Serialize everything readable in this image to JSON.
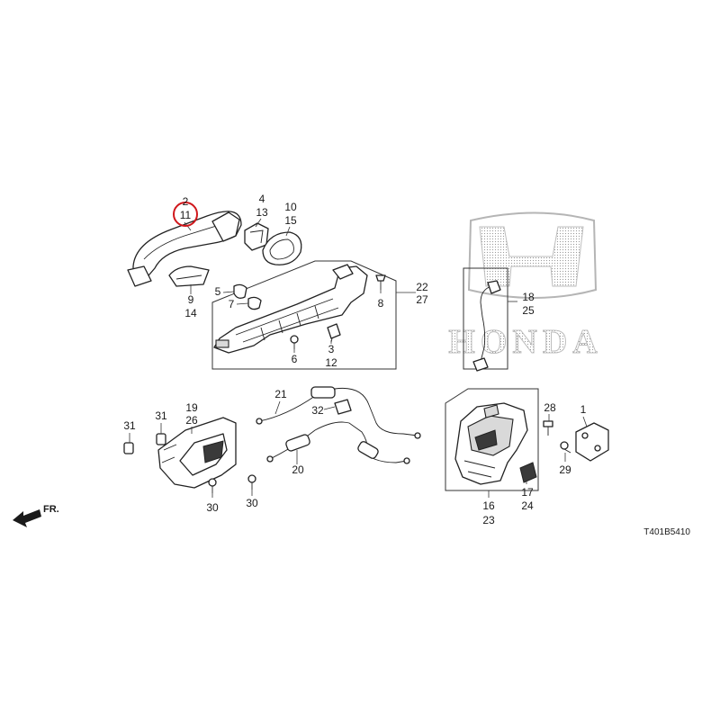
{
  "diagram": {
    "code": "T401B5410",
    "front_marker": "FR.",
    "watermark": "HONDA",
    "highlight_color": "#d0171b",
    "callouts": [
      {
        "id": "c2",
        "text": "2"
      },
      {
        "id": "c11",
        "text": "11"
      },
      {
        "id": "c4",
        "text": "4"
      },
      {
        "id": "c13",
        "text": "13"
      },
      {
        "id": "c10",
        "text": "10"
      },
      {
        "id": "c15",
        "text": "15"
      },
      {
        "id": "c22",
        "text": "22"
      },
      {
        "id": "c27",
        "text": "27"
      },
      {
        "id": "c5",
        "text": "5"
      },
      {
        "id": "c7",
        "text": "7"
      },
      {
        "id": "c8",
        "text": "8"
      },
      {
        "id": "c9",
        "text": "9"
      },
      {
        "id": "c14",
        "text": "14"
      },
      {
        "id": "c6",
        "text": "6"
      },
      {
        "id": "c3",
        "text": "3"
      },
      {
        "id": "c12",
        "text": "12"
      },
      {
        "id": "c18",
        "text": "18"
      },
      {
        "id": "c25",
        "text": "25"
      },
      {
        "id": "c21",
        "text": "21"
      },
      {
        "id": "c32",
        "text": "32"
      },
      {
        "id": "c20",
        "text": "20"
      },
      {
        "id": "c19",
        "text": "19"
      },
      {
        "id": "c26",
        "text": "26"
      },
      {
        "id": "c31a",
        "text": "31"
      },
      {
        "id": "c31b",
        "text": "31"
      },
      {
        "id": "c30a",
        "text": "30"
      },
      {
        "id": "c30b",
        "text": "30"
      },
      {
        "id": "c28",
        "text": "28"
      },
      {
        "id": "c1",
        "text": "1"
      },
      {
        "id": "c29",
        "text": "29"
      },
      {
        "id": "c17",
        "text": "17"
      },
      {
        "id": "c24",
        "text": "24"
      },
      {
        "id": "c16",
        "text": "16"
      },
      {
        "id": "c23",
        "text": "23"
      }
    ]
  }
}
